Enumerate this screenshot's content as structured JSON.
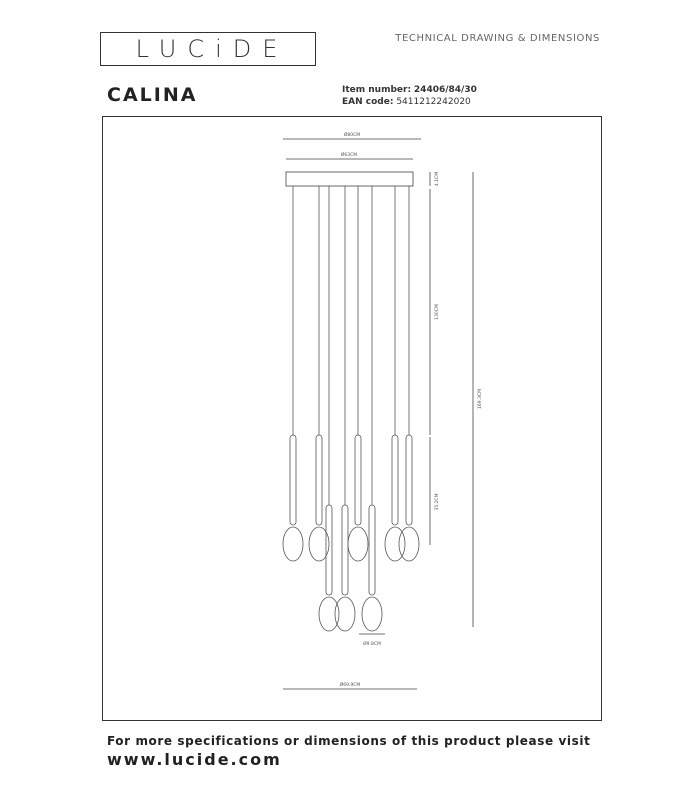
{
  "header": {
    "logo_text": "LUCiDE",
    "subtitle": "TECHNICAL DRAWING & DIMENSIONS"
  },
  "product": {
    "name": "CALINA",
    "item_label": "Item number:",
    "item_value": "24406/84/30",
    "ean_label": "EAN code:",
    "ean_value": "5411212242020"
  },
  "drawing": {
    "dim_top_width": "Ø80CM",
    "dim_canopy_width": "Ø63CM",
    "dim_canopy_height": "4.1CM",
    "dim_cable_length": "130CM",
    "dim_total_height": "169.3CM",
    "dim_shade_height": "35.2CM",
    "dim_globe_diameter": "Ø9.8CM",
    "dim_bottom_width": "Ø69.9CM",
    "stroke_color": "#333333"
  },
  "footer": {
    "info_text": "For more specifications or dimensions of this product please visit",
    "url": "www.lucide.com"
  }
}
